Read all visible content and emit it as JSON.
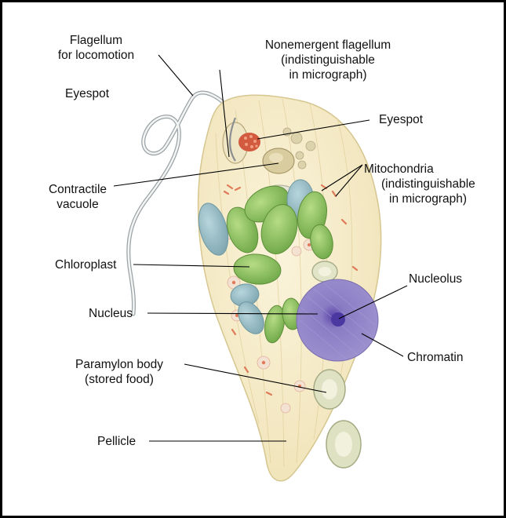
{
  "labels": {
    "flagellum": {
      "line1": "Flagellum",
      "line2": "for locomotion"
    },
    "eyespot_left": "Eyespot",
    "nonemergent": {
      "line1": "Nonemergent flagellum",
      "line2": "(indistinguishable",
      "line3": "in micrograph)"
    },
    "eyespot_right": "Eyespot",
    "contractile": {
      "line1": "Contractile",
      "line2": "vacuole"
    },
    "mitochondria": {
      "line1": "Mitochondria",
      "line2": "(indistinguishable",
      "line3": "in micrograph)"
    },
    "chloroplast": "Chloroplast",
    "nucleolus": "Nucleolus",
    "nucleus": "Nucleus",
    "chromatin": "Chromatin",
    "paramylon": {
      "line1": "Paramylon body",
      "line2": "(stored food)"
    },
    "pellicle": "Pellicle"
  },
  "colors": {
    "cell_body": "#f6ecc8",
    "chloroplast": "#8fc25a",
    "chloroplast_blue": "#8cb6c4",
    "nucleus": "#7e6cb8",
    "eyespot": "#d0553a",
    "mitochondria": "#e08060",
    "paramylon": "#e2e4c8",
    "contractile_vacuole": "#cfc49a"
  }
}
